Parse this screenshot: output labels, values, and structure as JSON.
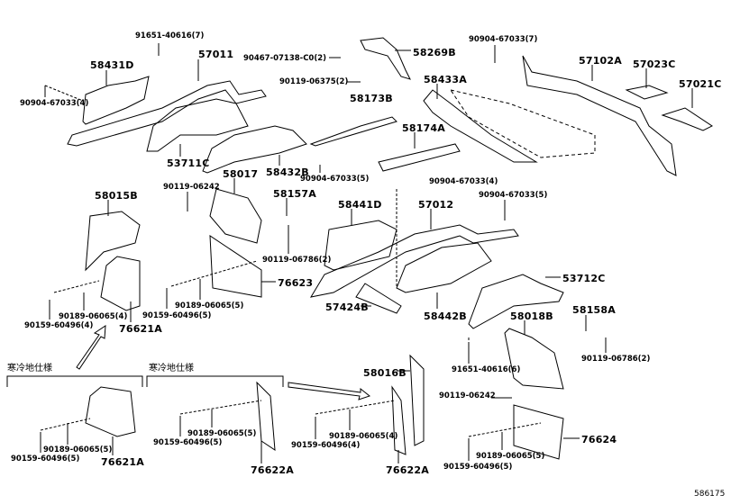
{
  "diagram": {
    "reference_number": "586175",
    "colors": {
      "line": "#000000",
      "background": "#ffffff"
    },
    "section_labels": [
      "寒冷地仕様",
      "寒冷地仕様"
    ],
    "part_labels": [
      "91651-40616(7)",
      "57011",
      "58431D",
      "90904-67033(4)",
      "90467-07138-C0(2)",
      "90119-06375(2)",
      "58269B",
      "90904-67033(7)",
      "58433A",
      "57102A",
      "57023C",
      "57021C",
      "58173B",
      "58174A",
      "53711C",
      "58017",
      "58432B",
      "90904-67033(5)",
      "90904-67033(4)",
      "90119-06242",
      "58157A",
      "58015B",
      "58441D",
      "57012",
      "90904-67033(5)",
      "90119-06786(2)",
      "76623",
      "53712C",
      "57424B",
      "58442B",
      "58018B",
      "58158A",
      "90189-06065(4)",
      "90189-06065(5)",
      "90159-60496(5)",
      "90159-60496(4)",
      "76621A",
      "90119-06786(2)",
      "91651-40616(6)",
      "58016B",
      "90119-06242",
      "90189-06065(5)",
      "90159-60496(5)",
      "76621A",
      "90189-06065(5)",
      "90159-60496(5)",
      "76622A",
      "90189-06065(4)",
      "90159-60496(4)",
      "76622A",
      "76624",
      "90189-06065(5)",
      "90159-60496(5)"
    ]
  }
}
